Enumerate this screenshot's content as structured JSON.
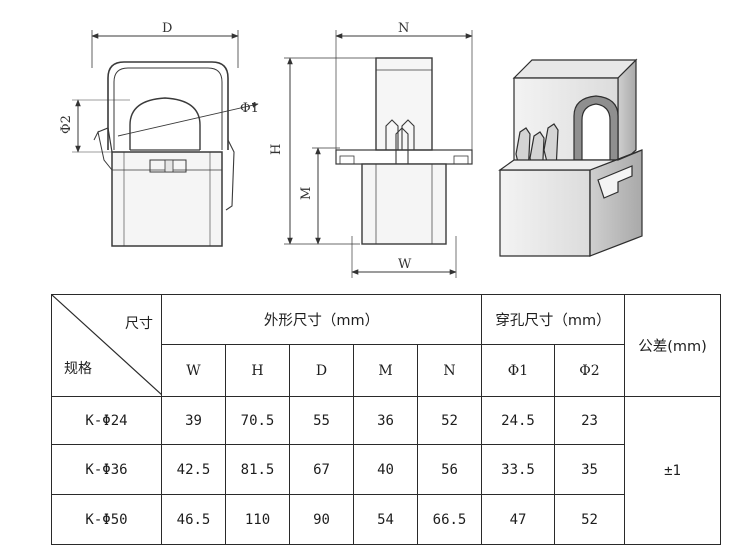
{
  "drawing": {
    "dim_labels": {
      "D": "D",
      "N": "N",
      "phi1": "Φ1",
      "phi2": "Φ2",
      "H": "H",
      "M": "M",
      "W": "W"
    }
  },
  "table": {
    "corner_top": "尺寸",
    "corner_bottom": "规格",
    "group_outer": "外形尺寸（mm）",
    "group_hole": "穿孔尺寸（mm）",
    "tolerance_header": "公差(mm)",
    "tolerance_value": "±1",
    "columns": [
      "W",
      "H",
      "D",
      "M",
      "N",
      "Φ1",
      "Φ2"
    ],
    "rows": [
      {
        "model": "K-Φ24",
        "values": [
          "39",
          "70.5",
          "55",
          "36",
          "52",
          "24.5",
          "23"
        ]
      },
      {
        "model": "K-Φ36",
        "values": [
          "42.5",
          "81.5",
          "67",
          "40",
          "56",
          "33.5",
          "35"
        ]
      },
      {
        "model": "K-Φ50",
        "values": [
          "46.5",
          "110",
          "90",
          "54",
          "66.5",
          "47",
          "52"
        ]
      }
    ]
  }
}
